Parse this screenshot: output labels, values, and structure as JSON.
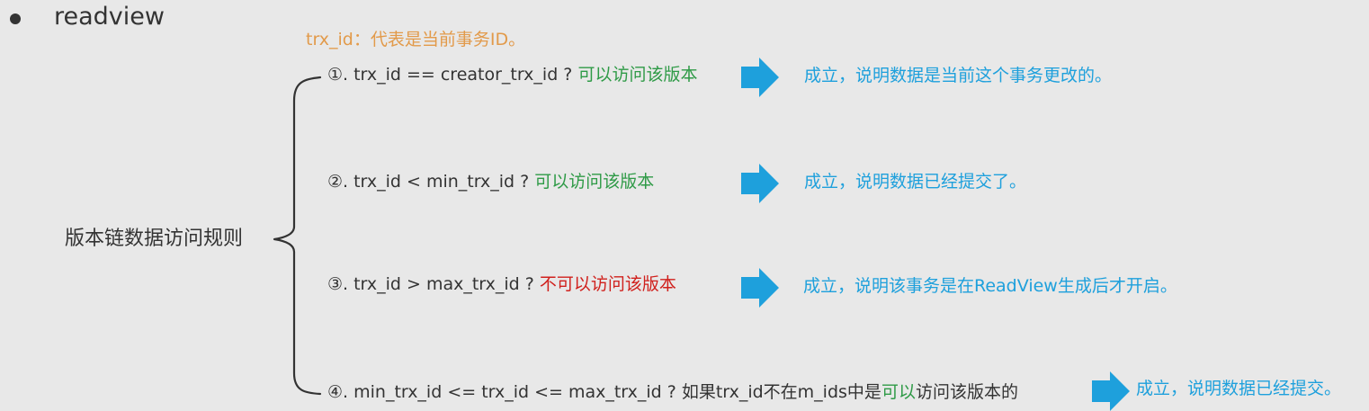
{
  "title": "readview",
  "note": "trx_id：代表是当前事务ID。",
  "root_label": "版本链数据访问规则",
  "colors": {
    "background": "#e8e8e8",
    "text": "#333333",
    "note": "#e29a4a",
    "allowed": "#2e9a46",
    "denied": "#d0201c",
    "result": "#1ea0dc",
    "arrow": "#1ea0dc"
  },
  "rules": [
    {
      "condition": "①. trx_id  == creator_trx_id ?",
      "verdict": "可以访问该版本",
      "verdict_kind": "allowed",
      "result": "成立，说明数据是当前这个事务更改的。"
    },
    {
      "condition": "②. trx_id < min_trx_id ?",
      "verdict": "可以访问该版本",
      "verdict_kind": "allowed",
      "result": "成立，说明数据已经提交了。"
    },
    {
      "condition": "③. trx_id > max_trx_id ?",
      "verdict": "不可以访问该版本",
      "verdict_kind": "denied",
      "result": "成立，说明该事务是在ReadView生成后才开启。"
    },
    {
      "condition": "④. min_trx_id <= trx_id <= max_trx_id ?  如果trx_id不在m_ids中是",
      "verdict": "可以",
      "verdict_kind": "allowed",
      "verdict_suffix": "访问该版本的",
      "result": "成立，说明数据已经提交。"
    }
  ],
  "icons": {
    "bullet": "bullet-dot-icon",
    "arrow": "arrow-right-icon",
    "brace": "curly-brace-icon"
  }
}
